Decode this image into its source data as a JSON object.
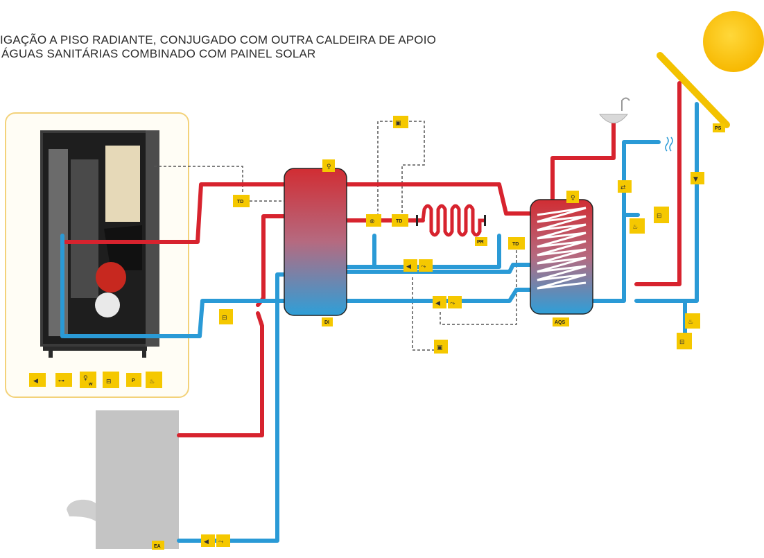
{
  "title": {
    "line1": "IGAÇÃO A PISO RADIANTE, CONJUGADO COM OUTRA CALDEIRA DE APOIO",
    "line2": "ÁGUAS SANITÁRIAS COMBINADO COM PAINEL SOLAR"
  },
  "components": {
    "buffer_tank": "DI",
    "radiator": "PR",
    "dhw_tank": "AQS",
    "solar_panel": "PS",
    "aux_boiler": "EA",
    "diverter_valve_1": "TD",
    "diverter_valve_2": "TD",
    "diverter_valve_3": "TD",
    "pressure_badge": "P",
    "thermo_badge": "w"
  },
  "icons": {
    "pump": "pump-icon",
    "flow_meter": "flow-meter-icon",
    "thermometer": "thermometer-icon",
    "expansion_vessel": "expansion-vessel-icon",
    "safety_valve": "safety-valve-icon",
    "controller": "controller-icon",
    "shower": "shower-icon",
    "faucet": "faucet-icon",
    "sun": "sun-icon"
  },
  "colors": {
    "hot_pipe": "#d7232e",
    "cold_pipe": "#2a9ad6",
    "badge": "#f5c800",
    "sun": "#ffc20e",
    "boiler_frame": "#f3d27a",
    "aux_boiler": "#c4c4c4"
  }
}
